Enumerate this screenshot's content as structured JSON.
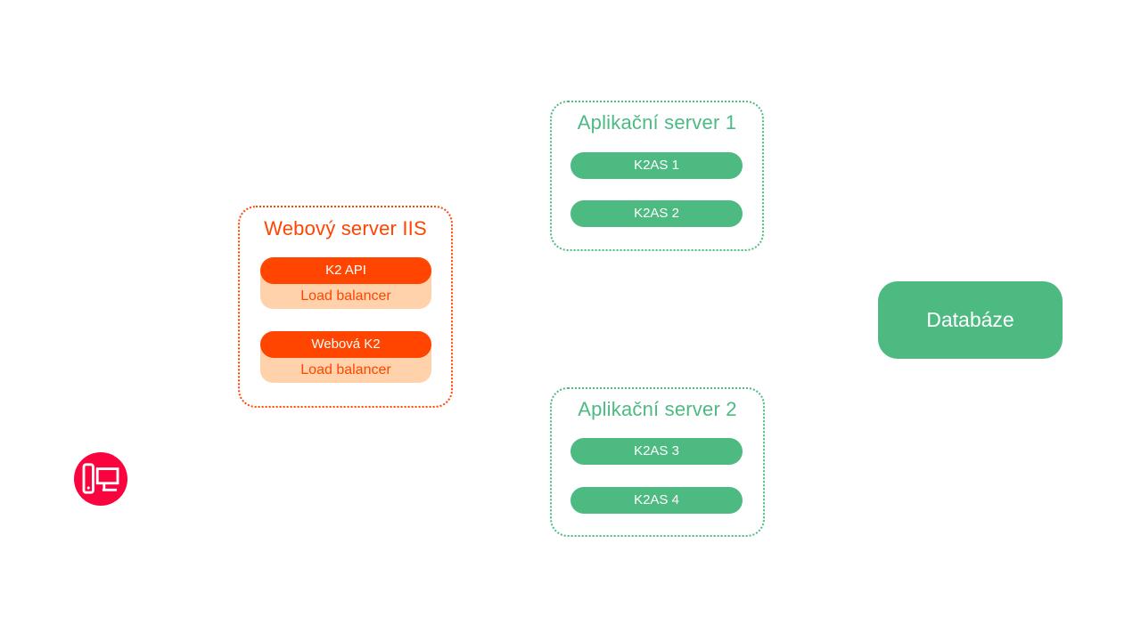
{
  "colors": {
    "orange": "#ff4500",
    "peach": "#ffd2ab",
    "green": "#4dba82",
    "client_red": "#f9043e",
    "node_text": "#ffffff",
    "background": "#ffffff"
  },
  "client": {
    "icon": "desktop-computer-icon"
  },
  "web_server": {
    "title": "Webový server IIS",
    "groups": [
      {
        "service": "K2 API",
        "balancer": "Load balancer"
      },
      {
        "service": "Webová K2",
        "balancer": "Load balancer"
      }
    ]
  },
  "app_servers": [
    {
      "title": "Aplikační server 1",
      "nodes": [
        "K2AS 1",
        "K2AS 2"
      ]
    },
    {
      "title": "Aplikační server 2",
      "nodes": [
        "K2AS 3",
        "K2AS 4"
      ]
    }
  ],
  "database": {
    "label": "Databáze"
  }
}
